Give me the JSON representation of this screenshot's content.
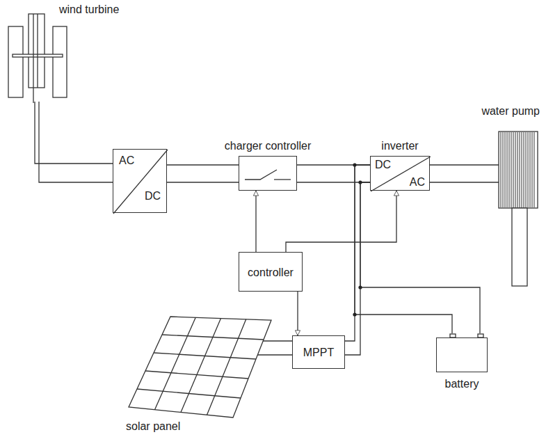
{
  "diagram": {
    "nodes": [
      {
        "text": [
          "wind turbine"
        ]
      },
      {
        "text": [
          "water pump"
        ]
      },
      {
        "text": [
          "charger controller"
        ]
      },
      {
        "text": [
          "inverter",
          "DC",
          "AC"
        ]
      },
      {
        "text": [
          "AC",
          "DC"
        ]
      },
      {
        "text": [
          "controller"
        ]
      },
      {
        "text": [
          "MPPT"
        ]
      },
      {
        "text": [
          "battery"
        ]
      },
      {
        "text": [
          "solar panel"
        ]
      }
    ],
    "edges": [
      {
        "from": 0,
        "to": 4,
        "arrow": "none"
      },
      {
        "from": 4,
        "to": 2,
        "arrow": "none"
      },
      {
        "from": 2,
        "to": 3,
        "arrow": "none"
      },
      {
        "from": 3,
        "to": 1,
        "arrow": "none"
      },
      {
        "from": 5,
        "to": 2,
        "arrow": "to"
      },
      {
        "from": 5,
        "to": 3,
        "arrow": "to"
      },
      {
        "from": 5,
        "to": 6,
        "arrow": "to"
      },
      {
        "from": 8,
        "to": 6,
        "arrow": "none"
      },
      {
        "from": 6,
        "to": 3,
        "arrow": "none"
      },
      {
        "from": 7,
        "to": 3,
        "arrow": "none"
      }
    ]
  }
}
